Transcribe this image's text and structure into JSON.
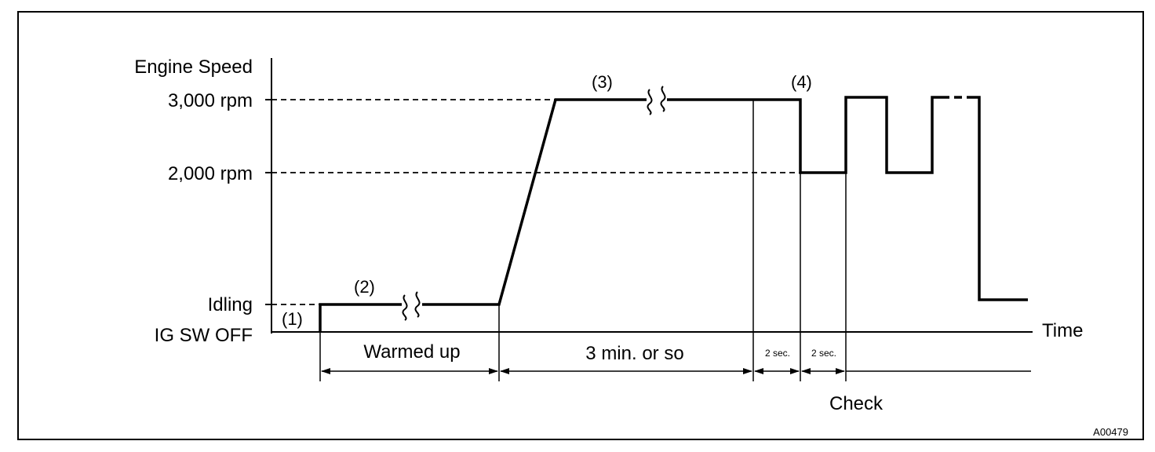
{
  "y_axis": {
    "title": "Engine Speed",
    "levels": {
      "rpm3000": "3,000 rpm",
      "rpm2000": "2,000 rpm",
      "idling": "Idling",
      "off": "IG SW OFF"
    }
  },
  "x_axis": {
    "label": "Time"
  },
  "steps": [
    "(1)",
    "(2)",
    "(3)",
    "(4)"
  ],
  "intervals": {
    "warmed_up": "Warmed up",
    "three_min": "3 min. or so",
    "two_sec_a": "2 sec.",
    "two_sec_b": "2 sec.",
    "check": "Check"
  },
  "figure_code": "A00479",
  "colors": {
    "ink": "#000000",
    "background": "#ffffff"
  }
}
